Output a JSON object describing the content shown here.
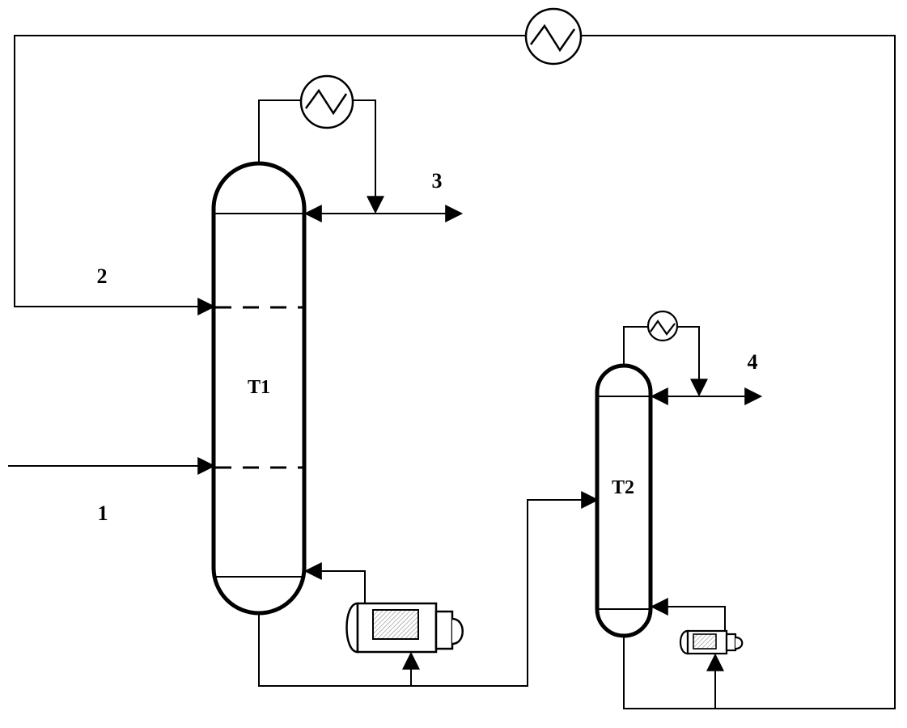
{
  "labels": {
    "stream_1": "1",
    "stream_2": "2",
    "stream_3": "3",
    "stream_4": "4",
    "column_t1": "T1",
    "column_t2": "T2"
  },
  "colors": {
    "line": "#000000",
    "background": "#ffffff",
    "hatch": "#999999"
  }
}
